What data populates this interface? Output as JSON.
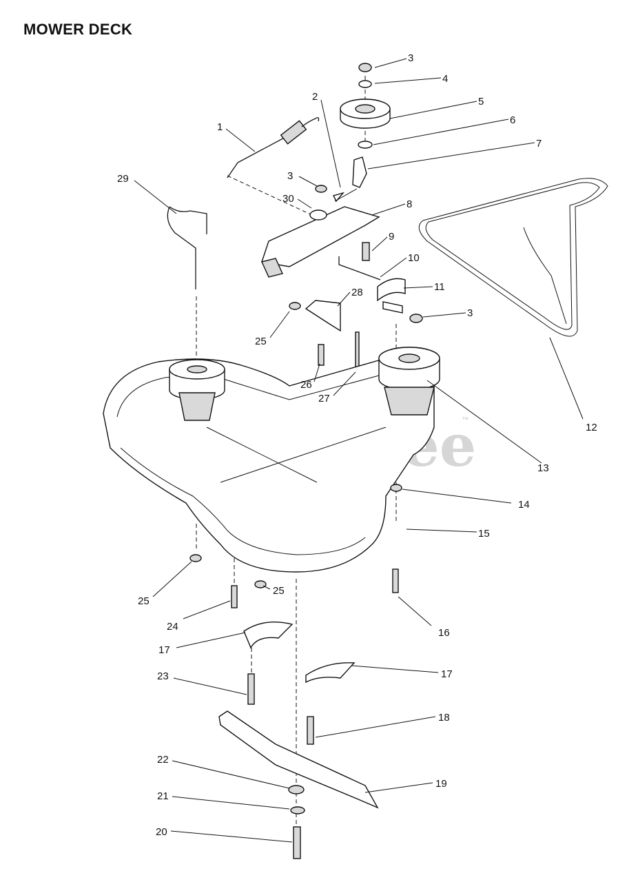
{
  "title": "MOWER DECK",
  "watermark": {
    "text": "PartsTree",
    "trademark": "™"
  },
  "callouts": [
    {
      "label": "1"
    },
    {
      "label": "2"
    },
    {
      "label": "3"
    },
    {
      "label": "4"
    },
    {
      "label": "5"
    },
    {
      "label": "6"
    },
    {
      "label": "7"
    },
    {
      "label": "3"
    },
    {
      "label": "8"
    },
    {
      "label": "30"
    },
    {
      "label": "29"
    },
    {
      "label": "9"
    },
    {
      "label": "10"
    },
    {
      "label": "11"
    },
    {
      "label": "3"
    },
    {
      "label": "28"
    },
    {
      "label": "25"
    },
    {
      "label": "26"
    },
    {
      "label": "27"
    },
    {
      "label": "12"
    },
    {
      "label": "13"
    },
    {
      "label": "14"
    },
    {
      "label": "15"
    },
    {
      "label": "25"
    },
    {
      "label": "25"
    },
    {
      "label": "24"
    },
    {
      "label": "16"
    },
    {
      "label": "17"
    },
    {
      "label": "17"
    },
    {
      "label": "23"
    },
    {
      "label": "18"
    },
    {
      "label": "22"
    },
    {
      "label": "19"
    },
    {
      "label": "21"
    },
    {
      "label": "20"
    }
  ]
}
